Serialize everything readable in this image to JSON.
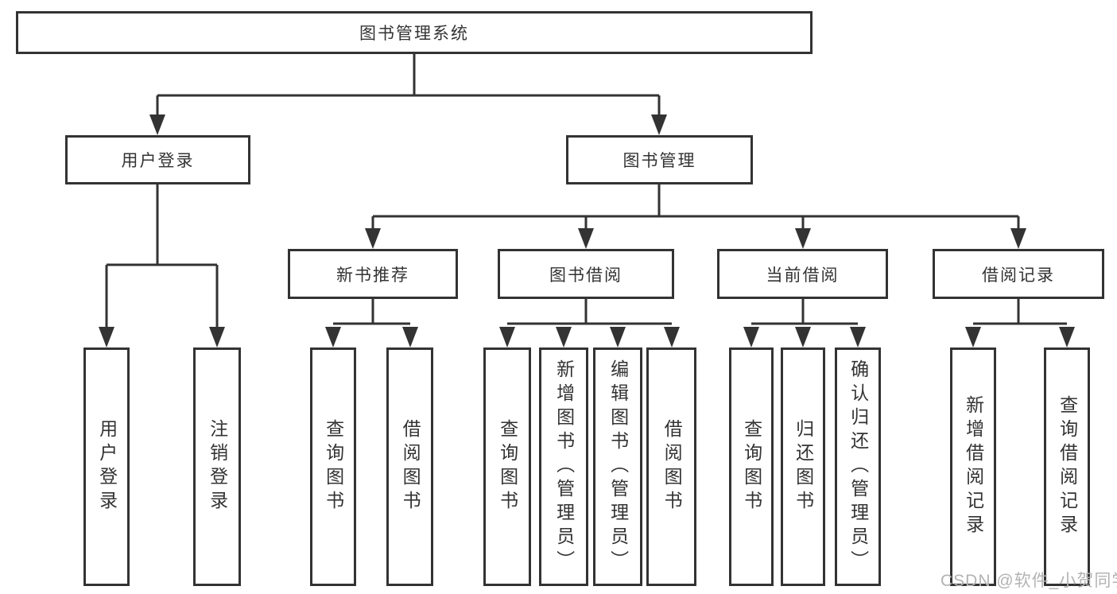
{
  "diagram": {
    "type": "hierarchy-tree",
    "root": {
      "label": "图书管理系统"
    },
    "level2": [
      {
        "label": "用户登录",
        "parent": "图书管理系统"
      },
      {
        "label": "图书管理",
        "parent": "图书管理系统"
      }
    ],
    "level3": [
      {
        "label": "新书推荐",
        "parent": "图书管理"
      },
      {
        "label": "图书借阅",
        "parent": "图书管理"
      },
      {
        "label": "当前借阅",
        "parent": "图书管理"
      },
      {
        "label": "借阅记录",
        "parent": "图书管理"
      }
    ],
    "leaves": [
      {
        "label": "用户登录",
        "parent": "用户登录"
      },
      {
        "label": "注销登录",
        "parent": "用户登录"
      },
      {
        "label": "查询图书",
        "parent": "新书推荐"
      },
      {
        "label": "借阅图书",
        "parent": "新书推荐"
      },
      {
        "label": "查询图书",
        "parent": "图书借阅"
      },
      {
        "label": "新增图书（管理员）",
        "parent": "图书借阅"
      },
      {
        "label": "编辑图书（管理员）",
        "parent": "图书借阅"
      },
      {
        "label": "借阅图书",
        "parent": "图书借阅"
      },
      {
        "label": "查询图书",
        "parent": "当前借阅"
      },
      {
        "label": "归还图书",
        "parent": "当前借阅"
      },
      {
        "label": "确认归还（管理员）",
        "parent": "当前借阅"
      },
      {
        "label": "新增借阅记录",
        "parent": "借阅记录"
      },
      {
        "label": "查询借阅记录",
        "parent": "借阅记录"
      }
    ]
  },
  "watermark": "CSDN @软件_小贺同学",
  "colors": {
    "line": "#333333",
    "box_border": "#333333",
    "text": "#333333",
    "background": "#ffffff",
    "watermark": "#b3b3b3"
  }
}
